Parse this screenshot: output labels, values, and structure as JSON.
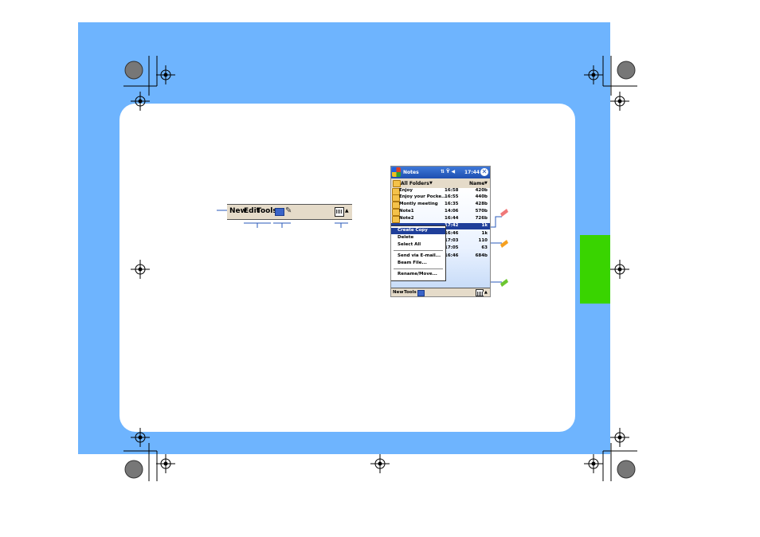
{
  "toolbar_sample": {
    "menus": [
      "New",
      "Edit",
      "Tools"
    ]
  },
  "notes_screen": {
    "title": "Notes",
    "time": "17:44",
    "folder": "All Folders",
    "sort": "Name",
    "rows": [
      {
        "name": "Enjoy",
        "time": "16:58",
        "size": "420b"
      },
      {
        "name": "Enjoy your Pocke...",
        "time": "16:55",
        "size": "440b"
      },
      {
        "name": "Montly meeting",
        "time": "16:35",
        "size": "428b"
      },
      {
        "name": "Note1",
        "time": "14:06",
        "size": "570b"
      },
      {
        "name": "Note2",
        "time": "16:44",
        "size": "726b"
      },
      {
        "name": "",
        "time": "17:42",
        "size": "1k"
      },
      {
        "name": "",
        "time": "16:46",
        "size": "1k"
      },
      {
        "name": "",
        "time": "17:03",
        "size": "110"
      },
      {
        "name": "",
        "time": "17:05",
        "size": "63"
      },
      {
        "name": "",
        "time": "16:46",
        "size": "684b"
      }
    ],
    "context_menu": [
      "Create Copy",
      "Delete",
      "Select All",
      "Send via E-mail...",
      "Beam File...",
      "Rename/Move..."
    ],
    "bottom_menus": [
      "New",
      "Tools"
    ]
  },
  "colors": {
    "background_blue": "#6eb4fe",
    "tab_green": "#39d400",
    "marker_red": "#f07878",
    "marker_orange": "#f5a020",
    "marker_green": "#6cc630"
  }
}
